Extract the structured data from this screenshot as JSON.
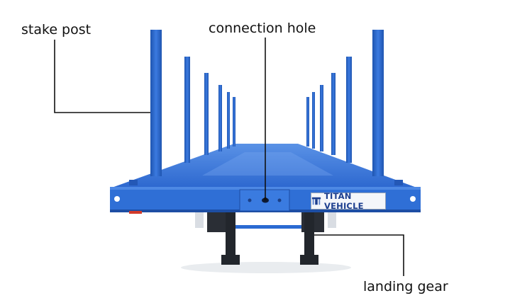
{
  "labels": {
    "stake_post": "stake post",
    "connection_hole": "connection hole",
    "landing_gear": "landing gear"
  },
  "brand_plate": {
    "text": "TITAN VEHICLE",
    "logo_icon": "titan-logo-icon"
  },
  "colors": {
    "trailer_blue": "#2f6fd6",
    "trailer_blue_dark": "#1f55b0",
    "chassis_dark": "#22262c",
    "leader_line": "#111111",
    "background": "#ffffff"
  }
}
